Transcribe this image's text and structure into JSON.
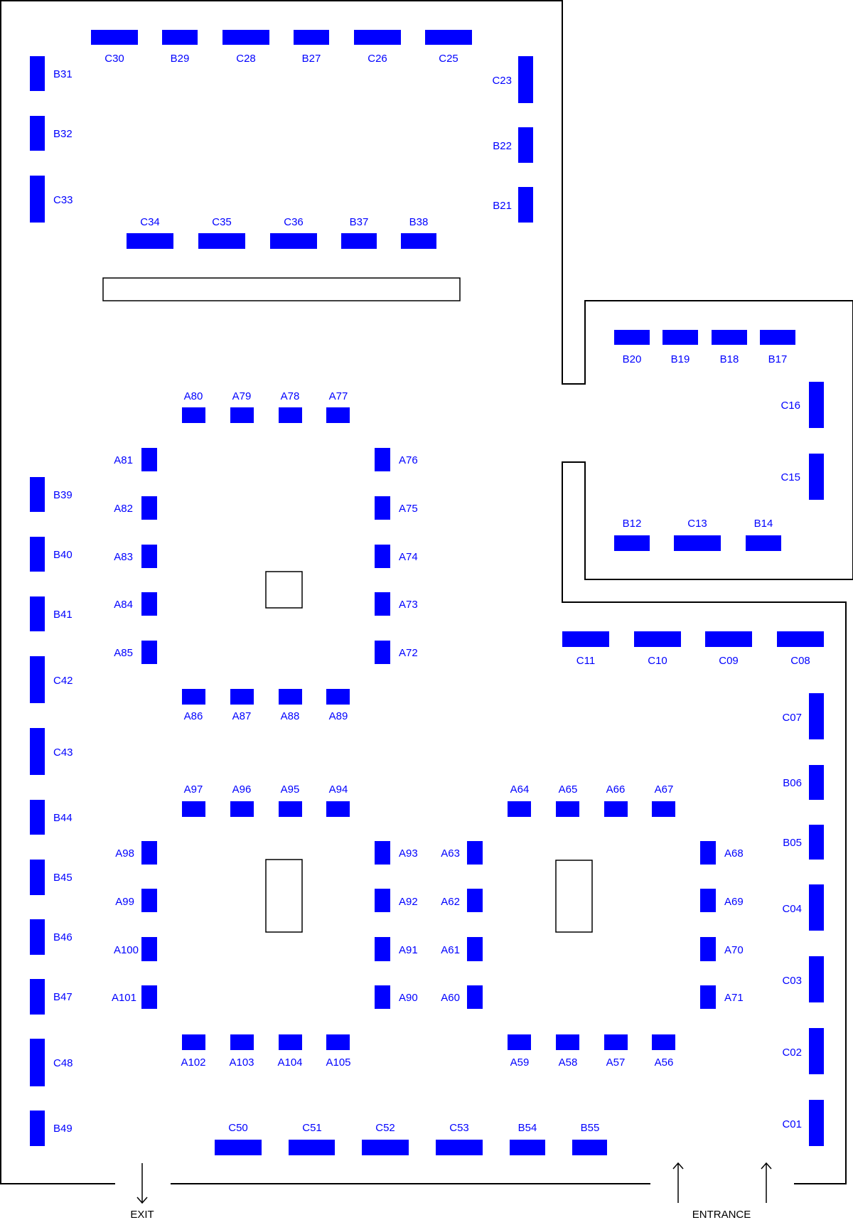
{
  "colors": {
    "booth": "#0000ff",
    "wall": "#000000",
    "background": "#ffffff"
  },
  "signs": {
    "exit": "EXIT",
    "entrance": "ENTRANCE"
  },
  "booth_labels": [
    "C30",
    "B29",
    "C28",
    "B27",
    "C26",
    "C25",
    "B31",
    "B32",
    "C33",
    "C23",
    "B22",
    "B21",
    "C34",
    "C35",
    "C36",
    "B37",
    "B38",
    "B20",
    "B19",
    "B18",
    "B17",
    "C16",
    "C15",
    "B12",
    "C13",
    "B14",
    "A80",
    "A79",
    "A78",
    "A77",
    "A81",
    "A82",
    "A83",
    "A84",
    "A85",
    "A76",
    "A75",
    "A74",
    "A73",
    "A72",
    "A86",
    "A87",
    "A88",
    "A89",
    "B39",
    "B40",
    "B41",
    "C42",
    "C43",
    "B44",
    "B45",
    "B46",
    "B47",
    "C48",
    "B49",
    "C11",
    "C10",
    "C09",
    "C08",
    "C07",
    "B06",
    "B05",
    "C04",
    "C03",
    "C02",
    "C01",
    "A97",
    "A96",
    "A95",
    "A94",
    "A98",
    "A99",
    "A100",
    "A101",
    "A93",
    "A92",
    "A91",
    "A90",
    "A102",
    "A103",
    "A104",
    "A105",
    "A64",
    "A65",
    "A66",
    "A67",
    "A63",
    "A62",
    "A61",
    "A60",
    "A68",
    "A69",
    "A70",
    "A71",
    "A59",
    "A58",
    "A57",
    "A56",
    "C50",
    "C51",
    "C52",
    "C53",
    "B54",
    "B55"
  ]
}
